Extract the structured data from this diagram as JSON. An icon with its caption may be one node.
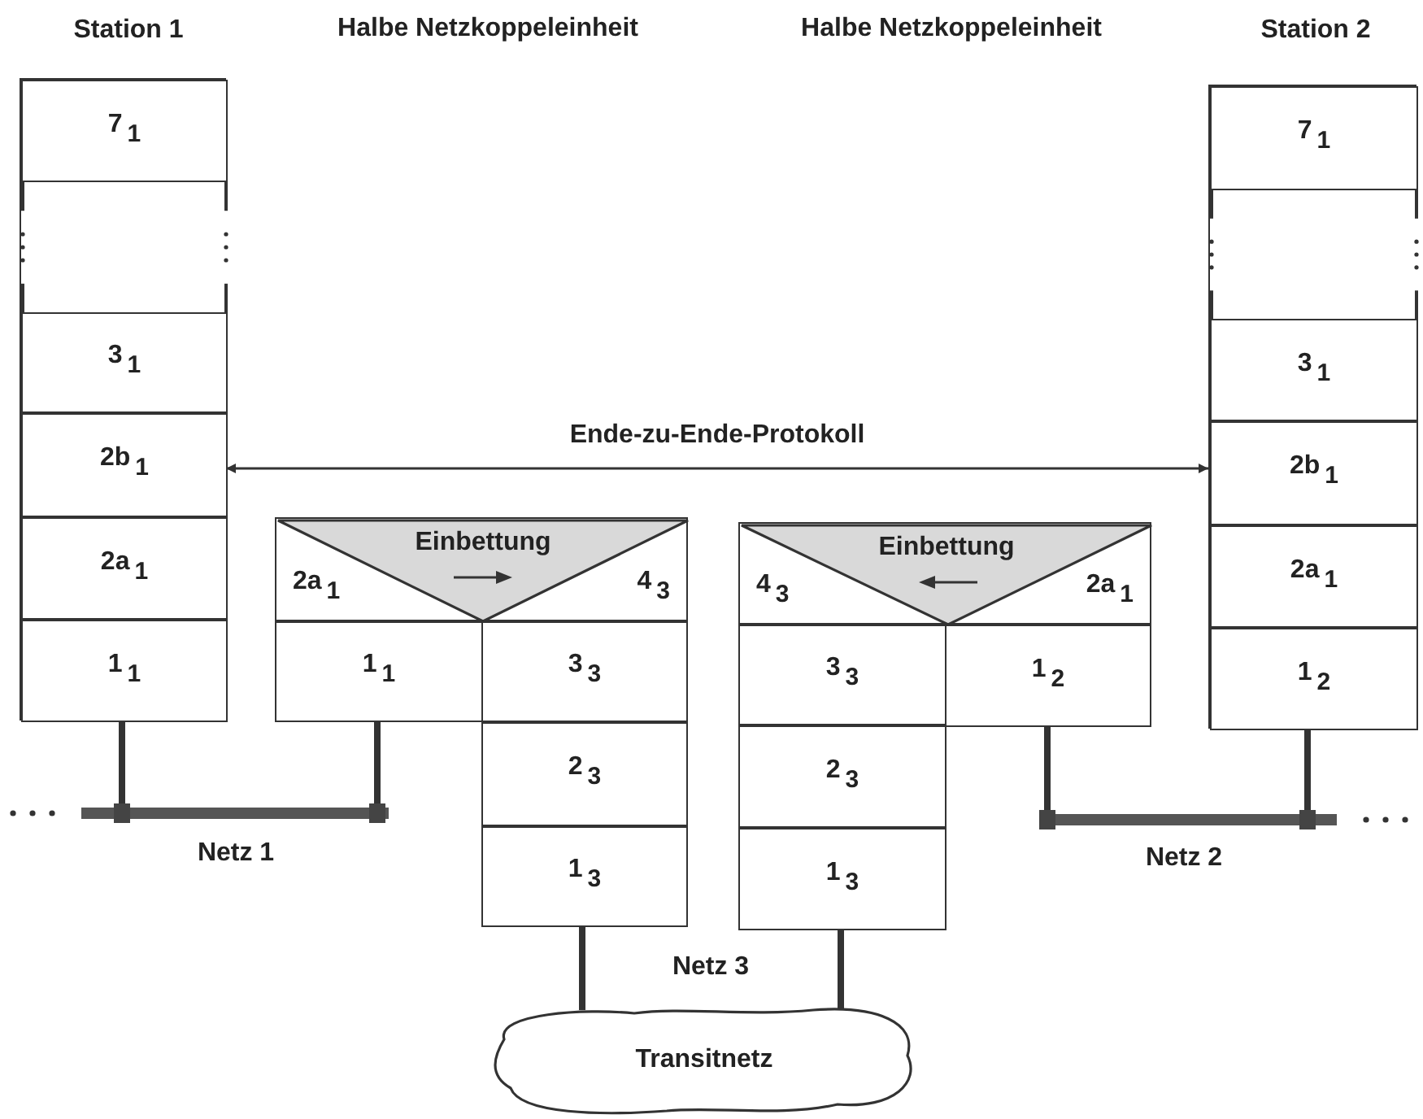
{
  "diagram": {
    "nodes": [
      {
        "text": [
          "Station 1"
        ]
      },
      {
        "text": [
          "7$_{1}$"
        ],
        "in": 0
      },
      {
        "text": [],
        "shape": "box",
        "in": 0
      },
      {
        "text": [
          "3$_{1}$"
        ],
        "in": 0
      },
      {
        "text": [
          "2b$_{1}$"
        ],
        "in": 0
      },
      {
        "text": [
          "2a$_{1}$"
        ],
        "in": 0
      },
      {
        "text": [
          "1$_{1}$"
        ],
        "in": 0
      },
      {
        "text": [
          "Halbe Netzkoppeleinheit"
        ]
      },
      {
        "text": [
          "2a$_{1}$",
          "4$_{3}$"
        ],
        "in": 7
      },
      {
        "text": [
          "Einbettung"
        ],
        "in": 8
      },
      {
        "text": [
          "1$_{1}$"
        ],
        "in": 7
      },
      {
        "text": [
          "3$_{3}$"
        ],
        "in": 7
      },
      {
        "text": [
          "2$_{3}$"
        ],
        "in": 7
      },
      {
        "text": [
          "1$_{3}$"
        ],
        "in": 7
      },
      {
        "text": [
          "Halbe Netzkoppeleinheit"
        ]
      },
      {
        "text": [
          "4$_{3}$",
          "2a$_{1}$"
        ],
        "in": 14
      },
      {
        "text": [
          "Einbettung"
        ],
        "in": 15
      },
      {
        "text": [
          "3$_{3}$"
        ],
        "in": 14
      },
      {
        "text": [
          "1$_{2}$"
        ],
        "in": 14
      },
      {
        "text": [
          "2$_{3}$"
        ],
        "in": 14
      },
      {
        "text": [
          "1$_{3}$"
        ],
        "in": 14
      },
      {
        "text": [
          "Station 2"
        ]
      },
      {
        "text": [
          "7$_{1}$"
        ],
        "in": 21
      },
      {
        "text": [],
        "shape": "box",
        "in": 21
      },
      {
        "text": [
          "3$_{1}$"
        ],
        "in": 21
      },
      {
        "text": [
          "2b$_{1}$"
        ],
        "in": 21
      },
      {
        "text": [
          "2a$_{1}$"
        ],
        "in": 21
      },
      {
        "text": [
          "1$_{2}$"
        ],
        "in": 21
      },
      {
        "text": [],
        "shape": "bar",
        "beside": [
          "Netz 1"
        ]
      },
      {
        "text": [],
        "shape": "bar",
        "beside": [
          "Netz 2"
        ]
      },
      {
        "text": [
          "Transitnetz"
        ],
        "beside": [
          "Netz 3"
        ]
      }
    ],
    "edges": [
      {
        "from": 4,
        "to": 25,
        "arrow": "both",
        "label": "Ende-zu-Ende-Protokoll"
      },
      {
        "from": 6,
        "to": 28,
        "arrow": "none"
      },
      {
        "from": 10,
        "to": 28,
        "arrow": "none"
      },
      {
        "from": 18,
        "to": 29,
        "arrow": "none"
      },
      {
        "from": 27,
        "to": 29,
        "arrow": "none"
      },
      {
        "from": 13,
        "to": 30,
        "arrow": "none"
      },
      {
        "from": 20,
        "to": 30,
        "arrow": "none"
      }
    ]
  }
}
